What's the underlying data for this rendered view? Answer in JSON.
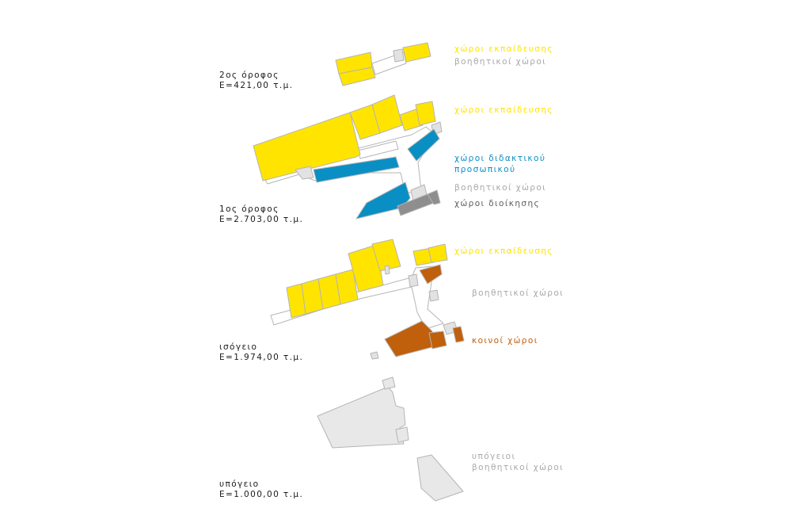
{
  "colors": {
    "education": "#ffe400",
    "auxiliary": "#e2e2e2",
    "auxiliary_text": "#a9a9a9",
    "staff": "#0a8fc4",
    "admin": "#8e8e8e",
    "common": "#c05f0c",
    "basement": "#e8e8e8",
    "corridor": "#ffffff",
    "outline": "#b5b5b5",
    "floor_text": "#1a1a1a"
  },
  "floors": [
    {
      "id": "second",
      "name": "2ος όροφος",
      "area": "Ε=421,00 τ.μ."
    },
    {
      "id": "first",
      "name": "1ος όροφος",
      "area": "Ε=2.703,00 τ.μ."
    },
    {
      "id": "ground",
      "name": "ισόγειο",
      "area": "Ε=1.974,00 τ.μ."
    },
    {
      "id": "basement",
      "name": "υπόγειο",
      "area": "Ε=1.000,00 τ.μ."
    }
  ],
  "legend": {
    "second": [
      {
        "text": "χώροι εκπαίδευσης",
        "color": "#ffe400"
      },
      {
        "text": "βοηθητικοί χώροι",
        "color": "#a9a9a9"
      }
    ],
    "first": [
      {
        "text": "χώροι εκπαίδευσης",
        "color": "#ffe400"
      },
      {
        "text": "χώροι διδακτικού",
        "color": "#0a8fc4"
      },
      {
        "text": "προσωπικού",
        "color": "#0a8fc4"
      },
      {
        "text": "βοηθητικοί χώροι",
        "color": "#a9a9a9"
      },
      {
        "text": "χώροι διοίκησης",
        "color": "#5e5e5e"
      }
    ],
    "ground": [
      {
        "text": "χώροι εκπαίδευσης",
        "color": "#ffe400"
      },
      {
        "text": "βοηθητικοί χώροι",
        "color": "#a9a9a9"
      },
      {
        "text": "κοινοί χώροι",
        "color": "#c05f0c"
      }
    ],
    "basement": [
      {
        "text": "υπόγειοι",
        "color": "#a9a9a9"
      },
      {
        "text": "βοηθητικοί χώροι",
        "color": "#a9a9a9"
      }
    ]
  }
}
